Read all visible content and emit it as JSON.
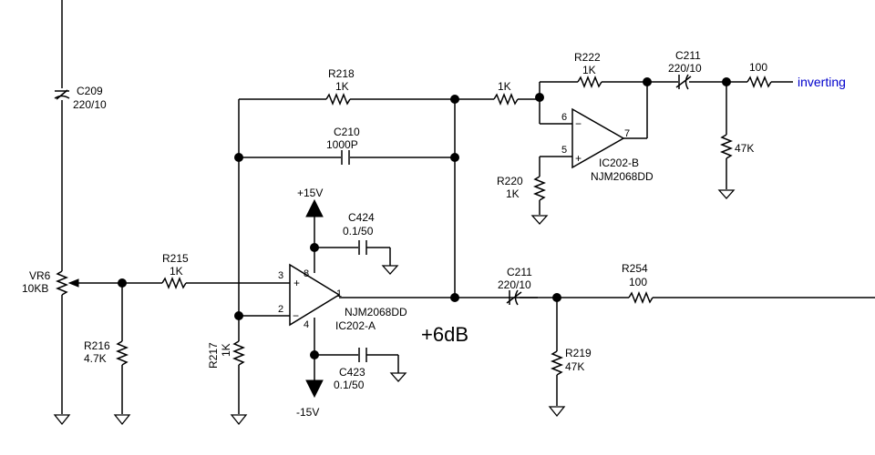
{
  "labels": {
    "c209_name": "C209",
    "c209_value": "220/10",
    "vr6_name": "VR6",
    "vr6_value": "10KB",
    "r215_name": "R215",
    "r215_value": "1K",
    "r216_name": "R216",
    "r216_value": "4.7K",
    "r217_name": "R217",
    "r217_value": "1K",
    "r218_name": "R218",
    "r218_value": "1K",
    "c210_name": "C210",
    "c210_value": "1000P",
    "pos_rail": "+15V",
    "neg_rail": "-15V",
    "c424_name": "C424",
    "c424_value": "0.1/50",
    "c423_name": "C423",
    "c423_value": "0.1/50",
    "opamp_a_part": "NJM2068DD",
    "opamp_a_ref": "IC202-A",
    "pin3": "3",
    "pin2": "2",
    "pin8": "8",
    "pin4": "4",
    "pin1": "1",
    "gain": "+6dB",
    "c211_lower_name": "C211",
    "c211_lower_value": "220/10",
    "r219_name": "R219",
    "r219_value": "47K",
    "r254_name": "R254",
    "r254_value": "100",
    "r_mid_value": "1K",
    "r222_name": "R222",
    "r222_value": "1K",
    "c211_upper_name": "C211",
    "c211_upper_value": "220/10",
    "r_out_value": "100",
    "output_label": "inverting",
    "r_out_shunt_value": "47K",
    "opamp_b_ref": "IC202-B",
    "opamp_b_part": "NJM2068DD",
    "pin6": "6",
    "pin5": "5",
    "pin7": "7",
    "r220_name": "R220",
    "r220_value": "1K",
    "plus": "+",
    "minus": "−"
  }
}
